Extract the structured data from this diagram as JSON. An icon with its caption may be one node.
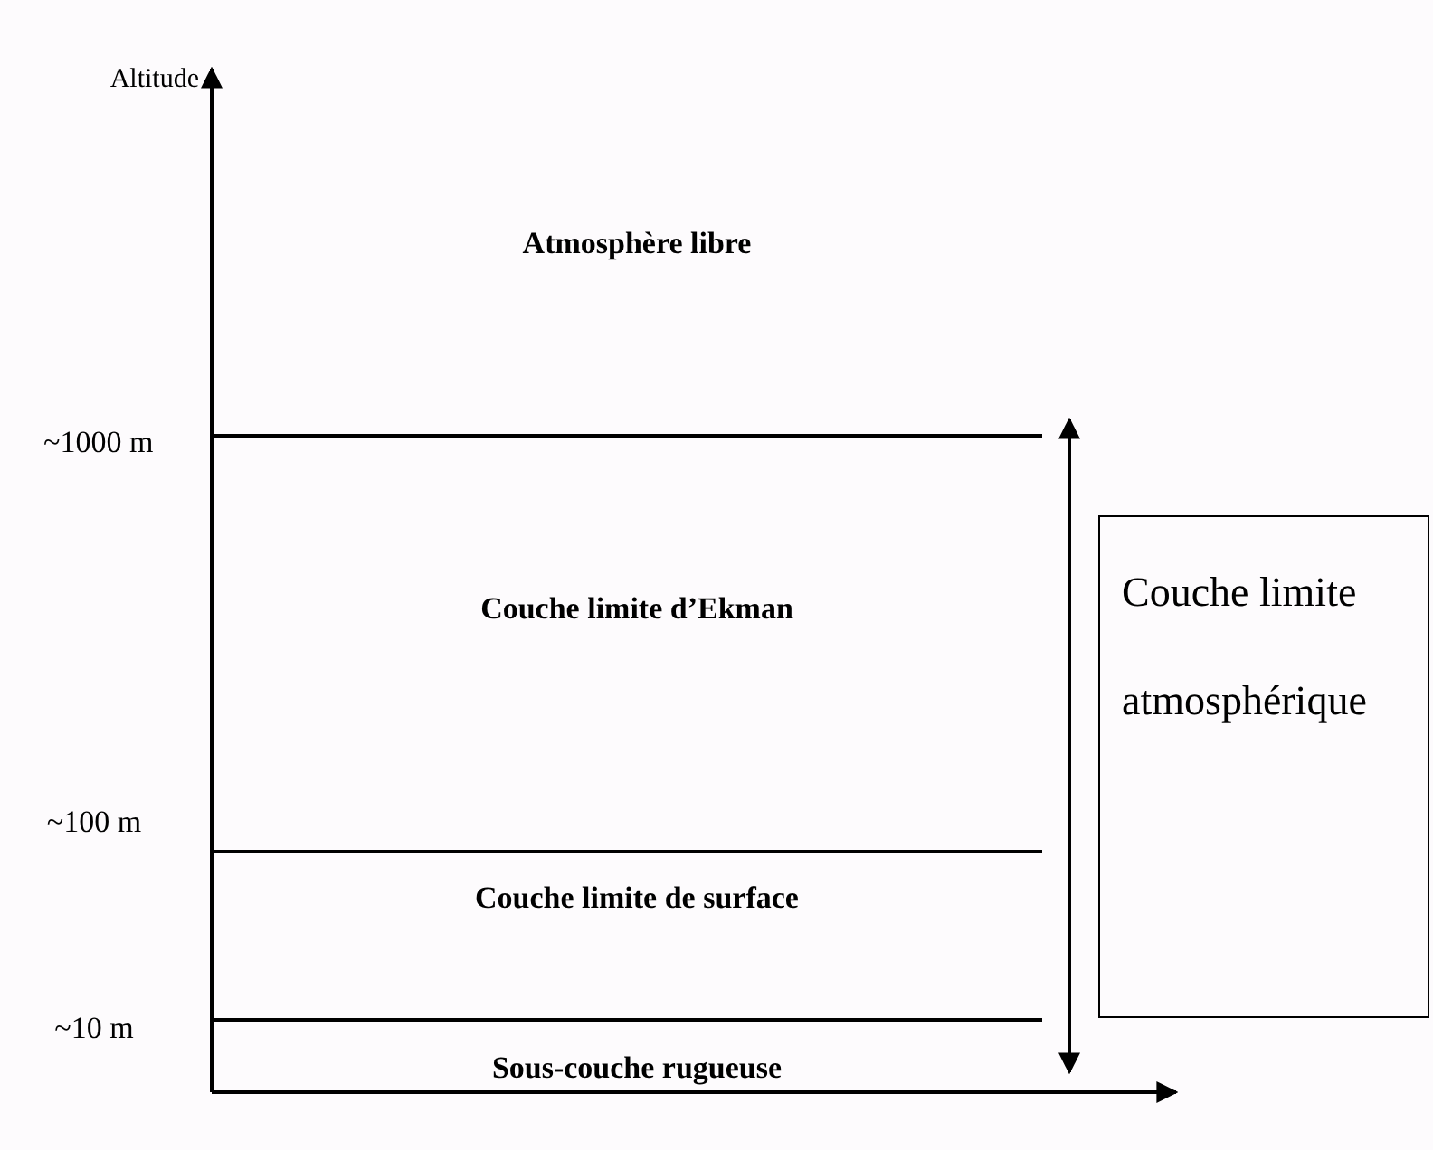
{
  "diagram": {
    "nodes": [
      {
        "text": [
          "Couche limite atmosphérique"
        ]
      }
    ],
    "labels": [
      "Altitude",
      "Atmosphère libre",
      "~1000 m",
      "Couche limite d’Ekman",
      "~100 m",
      "Couche limite de surface",
      "~10 m",
      "Sous-couche rugueuse"
    ]
  }
}
